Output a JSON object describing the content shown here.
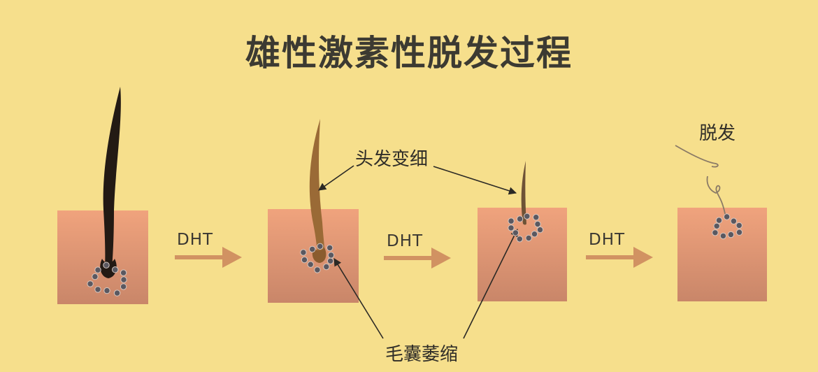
{
  "title": "雄性激素性脱发过程",
  "labels": {
    "thinning": "头发变细",
    "shedding": "脱发",
    "shrinkage": "毛囊萎缩"
  },
  "steps": [
    {
      "arrow_label": "DHT"
    },
    {
      "arrow_label": "DHT"
    },
    {
      "arrow_label": "DHT"
    }
  ],
  "colors": {
    "background": "#f6df8c",
    "skin_top": "#efa47e",
    "skin_bottom": "#c98468",
    "hair_dark": "#231a14",
    "hair_thin": "#9a6a36",
    "arrow": "#d19262",
    "dot": "#5a5860",
    "text": "#3c3a32"
  }
}
